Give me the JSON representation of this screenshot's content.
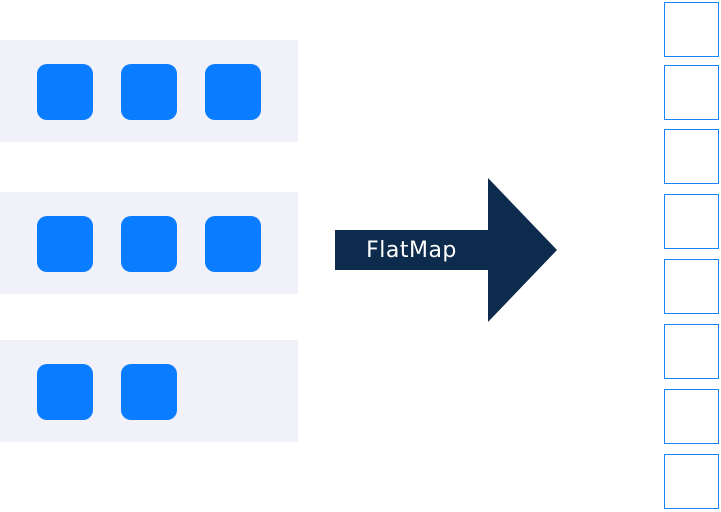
{
  "colors": {
    "item_fill": "#0a7cff",
    "row_background": "#f1f1fa",
    "arrow_fill": "#0d2b4d",
    "arrow_text": "#ffffff",
    "output_border": "#1a82f7"
  },
  "input_groups": [
    {
      "item_count": 3
    },
    {
      "item_count": 3
    },
    {
      "item_count": 2
    }
  ],
  "arrow": {
    "label": "FlatMap"
  },
  "output": {
    "visible_cell_count": 8
  }
}
